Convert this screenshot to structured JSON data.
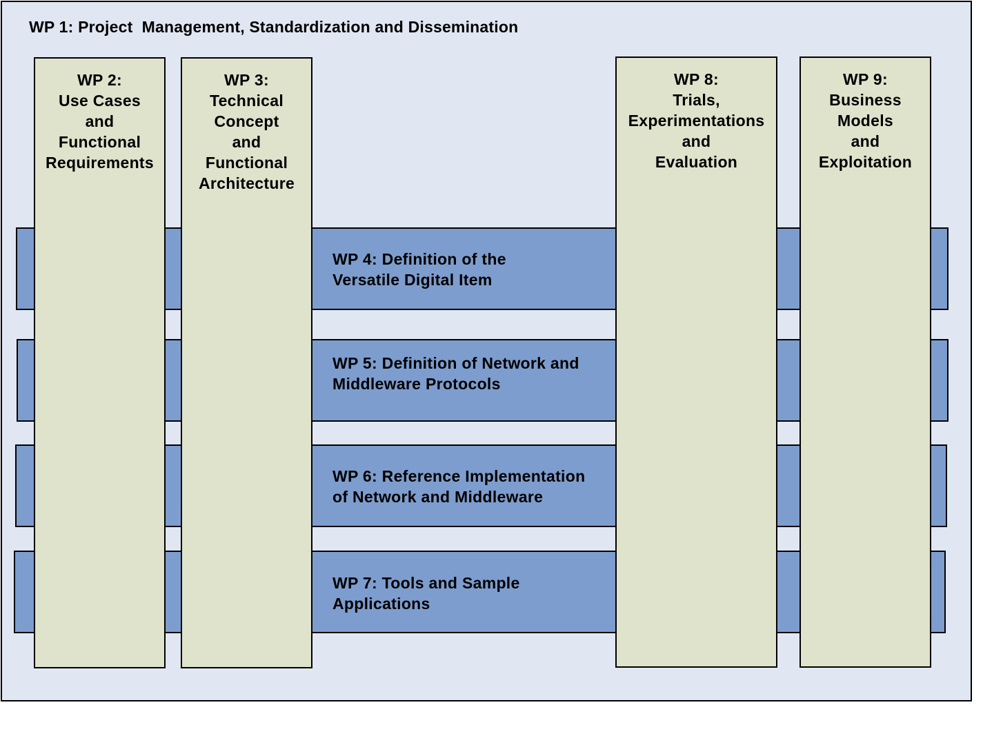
{
  "frame": {
    "title": "WP 1: Project  Management, Standardization and Dissemination"
  },
  "bars": [
    {
      "id": "wp4",
      "label": "WP 4: Definition of the\nVersatile Digital Item"
    },
    {
      "id": "wp5",
      "label": "WP 5: Definition of Network and\nMiddleware Protocols"
    },
    {
      "id": "wp6",
      "label": "WP 6: Reference Implementation\nof Network and Middleware"
    },
    {
      "id": "wp7",
      "label": "WP 7: Tools and Sample\nApplications"
    }
  ],
  "columns": [
    {
      "id": "wp2",
      "label": "WP 2:\nUse Cases\nand\nFunctional\nRequirements"
    },
    {
      "id": "wp3",
      "label": "WP 3:\nTechnical\nConcept\nand\nFunctional\nArchitecture"
    },
    {
      "id": "wp8",
      "label": "WP 8:\nTrials,\nExperimentations\nand\nEvaluation"
    },
    {
      "id": "wp9",
      "label": "WP 9:\nBusiness\nModels\nand\nExploitation"
    }
  ],
  "colors": {
    "frame_fill": "#e0e7f2",
    "bar_fill": "#7d9dce",
    "column_fill": "#dfe3cb",
    "outline": "#000000"
  }
}
